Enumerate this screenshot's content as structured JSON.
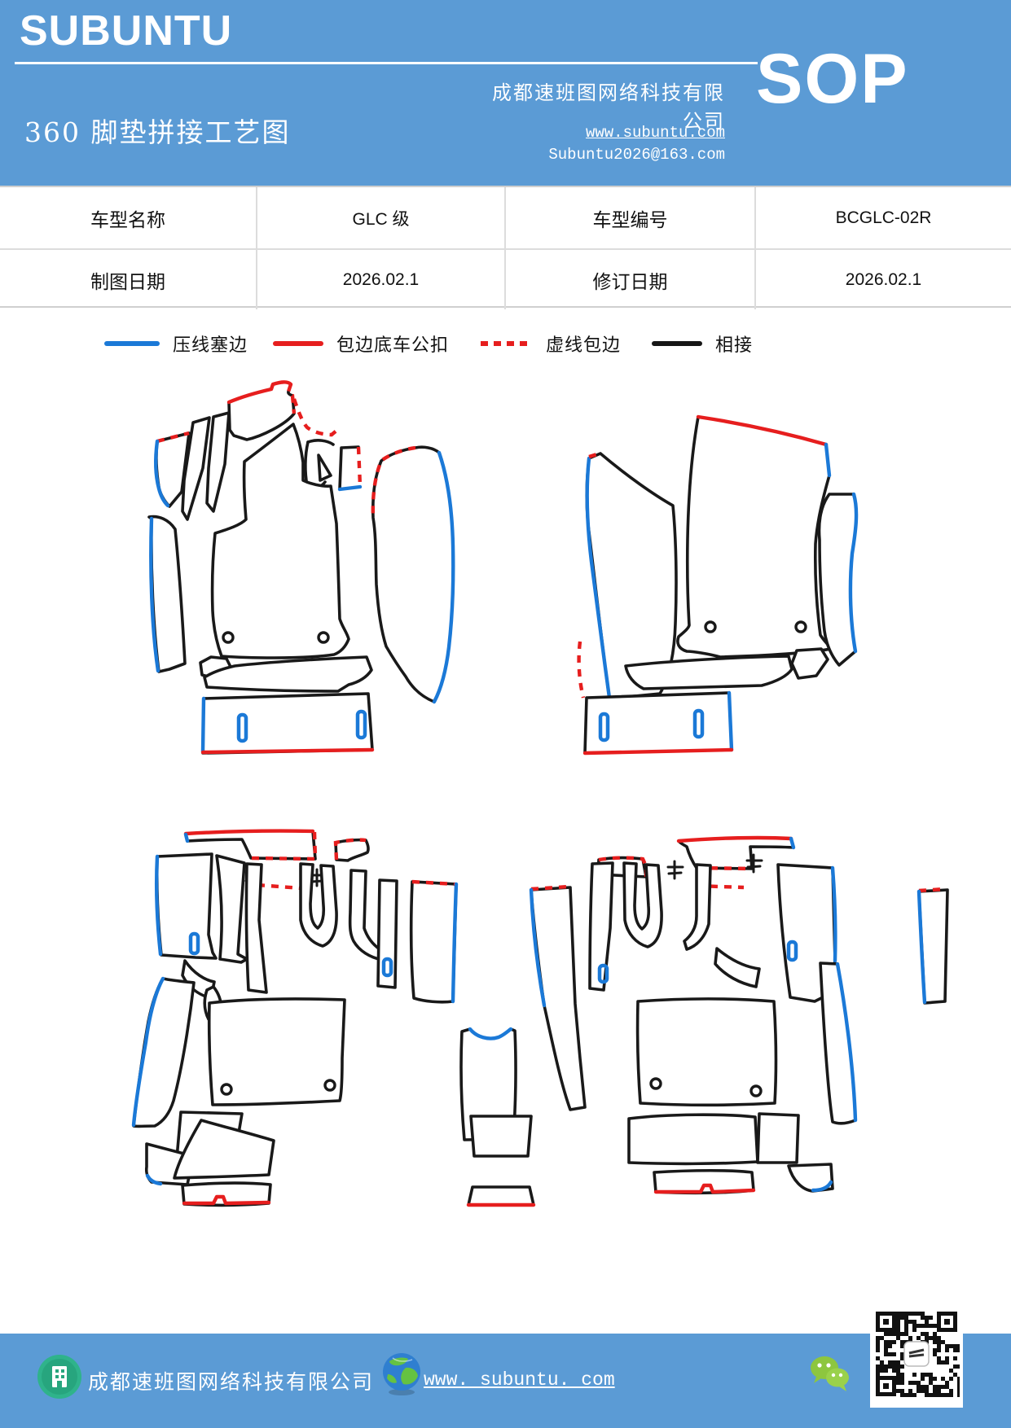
{
  "header": {
    "brand": "SUBUNTU",
    "company": "成都速班图网络科技有限公司",
    "sop_label": "SOP",
    "title": "360 脚垫拼接工艺图",
    "url": "www.subuntu.com",
    "email": "Subuntu2026@163.com"
  },
  "info_table": {
    "rows": [
      {
        "label1": "车型名称",
        "value1": "GLC 级",
        "label2": "车型编号",
        "value2": "BCGLC-02R"
      },
      {
        "label1": "制图日期",
        "value1": "2026.02.1",
        "label2": "修订日期",
        "value2": "2026.02.1"
      }
    ]
  },
  "legend": {
    "items": [
      {
        "label": "压线塞边",
        "style": "solid",
        "color": "#1b79d7"
      },
      {
        "label": "包边底车公扣",
        "style": "solid",
        "color": "#e61e1e"
      },
      {
        "label": "虚线包边",
        "style": "dashed",
        "color": "#e61e1e"
      },
      {
        "label": "相接",
        "style": "solid",
        "color": "#161616"
      }
    ]
  },
  "diagram": {
    "description": "360 full-surround car floor mat splicing pattern drawing, two views",
    "line_colors": {
      "blue": "#1b79d7",
      "red": "#e61e1e",
      "black": "#191919"
    }
  },
  "footer": {
    "company": "成都速班图网络科技有限公司",
    "url": "www. subuntu. com",
    "accent_color": "#5b9bd5"
  }
}
